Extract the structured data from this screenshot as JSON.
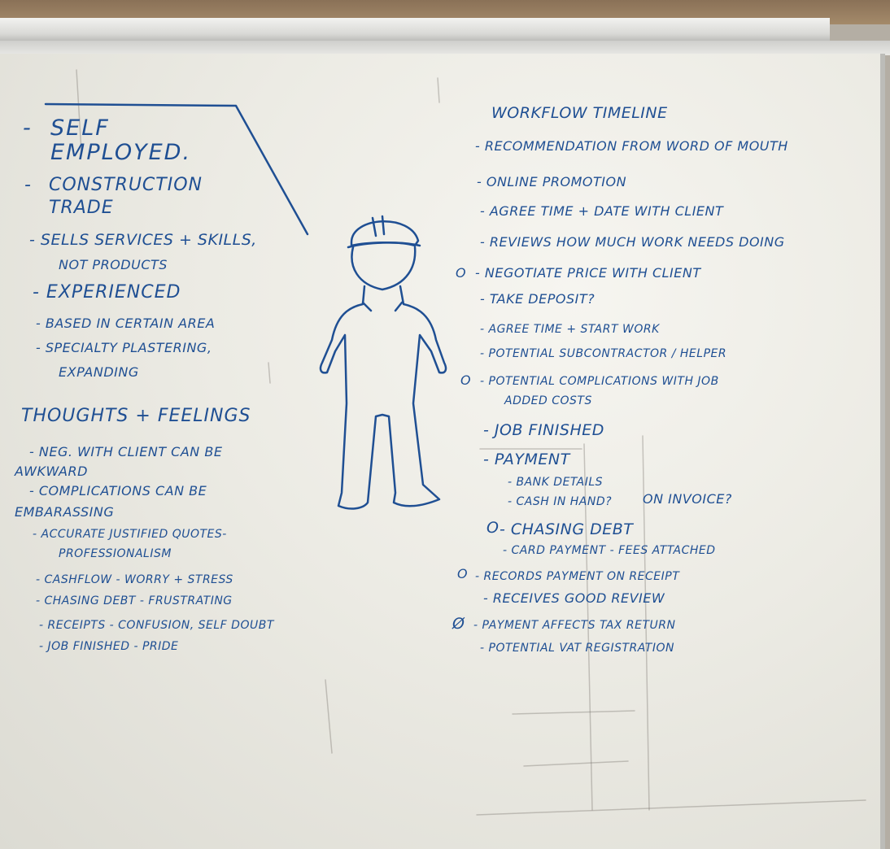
{
  "left": {
    "profile": {
      "self_dash": "-",
      "self": "Self",
      "employed": "Employed.",
      "construction_dash": "-",
      "construction": "Construction",
      "trade": "Trade",
      "sells_services": "- Sells services + skills,",
      "not_products": "not products",
      "experienced": "- Experienced",
      "based": "- Based in certain area",
      "specialty": "- Specialty plastering,",
      "expanding": "expanding"
    },
    "thoughts_title": "Thoughts + Feelings",
    "thoughts": {
      "neg_client": "- Neg. with client can be",
      "awkward": "awkward",
      "complications": "- Complications can be",
      "embarassing": "embarassing",
      "quotes": "- Accurate justified quotes-",
      "professionalism": "professionalism",
      "cashflow": "- Cashflow - worry + stress",
      "chasing": "- Chasing debt - frustrating",
      "receipts": "- Receipts - confusion, self doubt",
      "finished": "- Job finished - pride"
    }
  },
  "timeline": {
    "title": "Workflow Timeline",
    "recommendation": "- Recommendation from word of mouth",
    "online": "- Online promotion",
    "agree_date": "- Agree time + date with client",
    "reviews": "- Reviews how much work needs doing",
    "negotiate_marker": "o",
    "negotiate": "- Negotiate price with client",
    "deposit": "- Take deposit?",
    "start_work": "- Agree time + start work",
    "subcontractor": "- Potential subcontractor / helper",
    "complications_marker": "o",
    "complications": "- Potential complications with job",
    "added_costs": "added costs",
    "finished": "- Job finished",
    "payment": "- Payment",
    "bank": "- Bank details",
    "cash": "- Cash in hand?",
    "on_invoice": "on invoice?",
    "chasing_marker": "o",
    "chasing": "- Chasing debt",
    "card": "- Card payment - fees attached",
    "records_marker": "o",
    "records": "- Records payment on receipt",
    "review": "- Receives good review",
    "tax_marker": "ø",
    "tax": "- Payment affects tax return",
    "vat": "- Potential VAT registration"
  },
  "colors": {
    "ink": "#1f4f93",
    "board": "#ecebe4"
  }
}
